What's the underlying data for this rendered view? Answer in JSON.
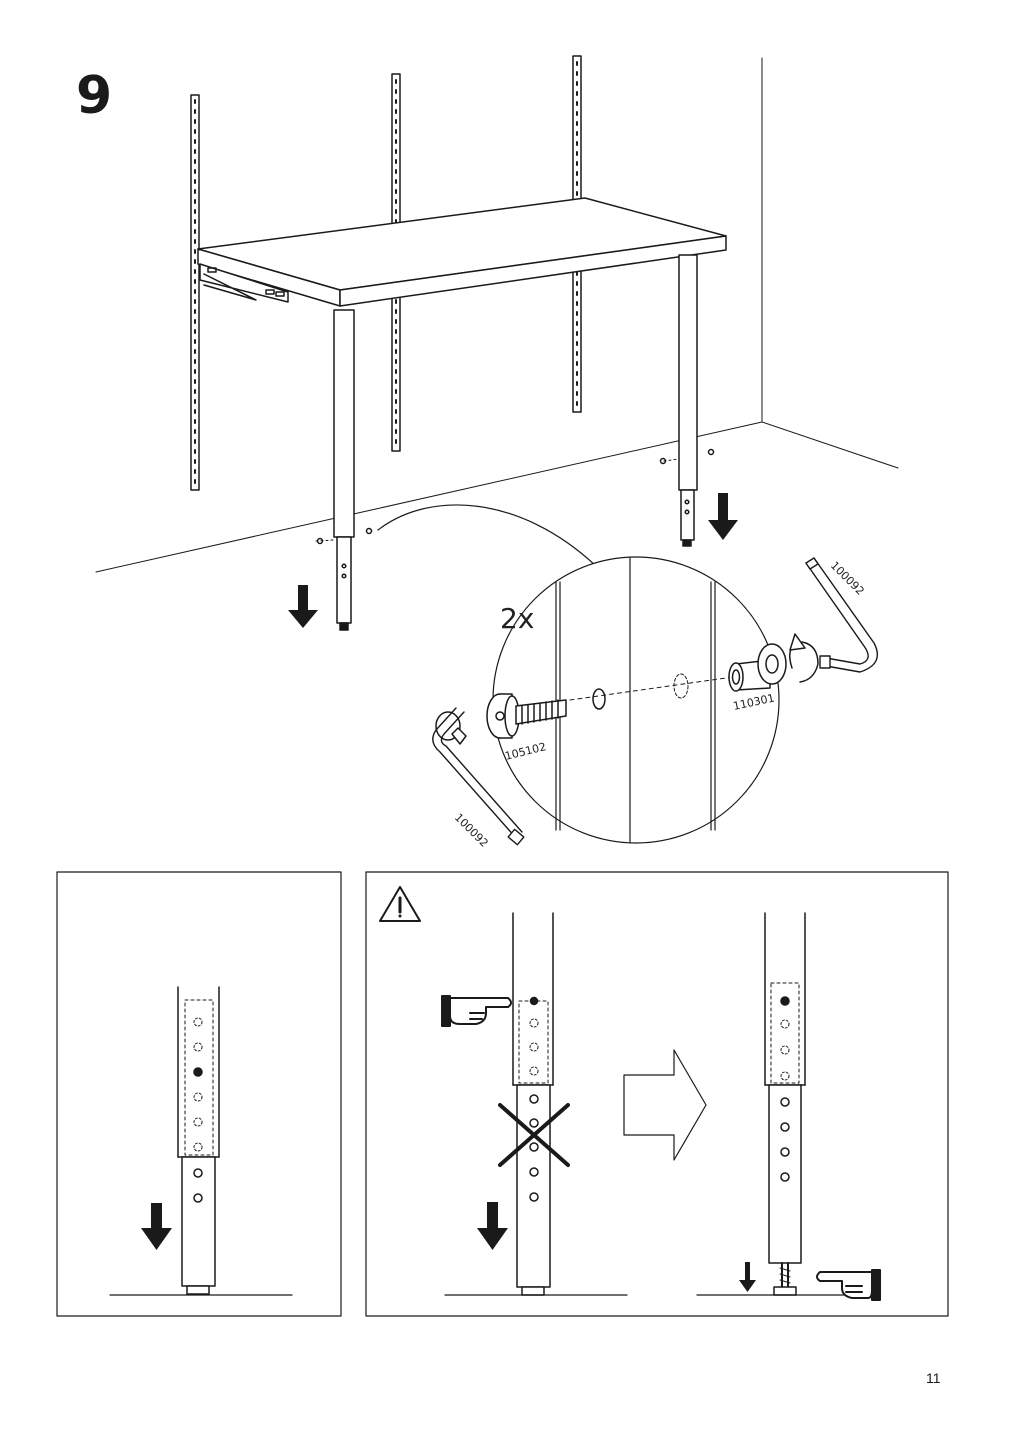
{
  "step": {
    "number": "9"
  },
  "detail": {
    "quantity": "2x",
    "parts": {
      "bolt": "105102",
      "barrel_nut": "110301",
      "allen_key_left": "100092",
      "allen_key_right": "100092"
    }
  },
  "page": {
    "number": "11"
  },
  "icons": {
    "warning": "warning-triangle-icon",
    "down_arrow": "down-arrow-icon",
    "next_arrow": "outline-right-arrow-icon",
    "pointing_hand": "pointing-hand-icon",
    "not_allowed": "x-cross-icon",
    "rotate": "rotate-arrow-icon"
  },
  "colors": {
    "ink": "#1a1a1a",
    "background": "#ffffff"
  }
}
